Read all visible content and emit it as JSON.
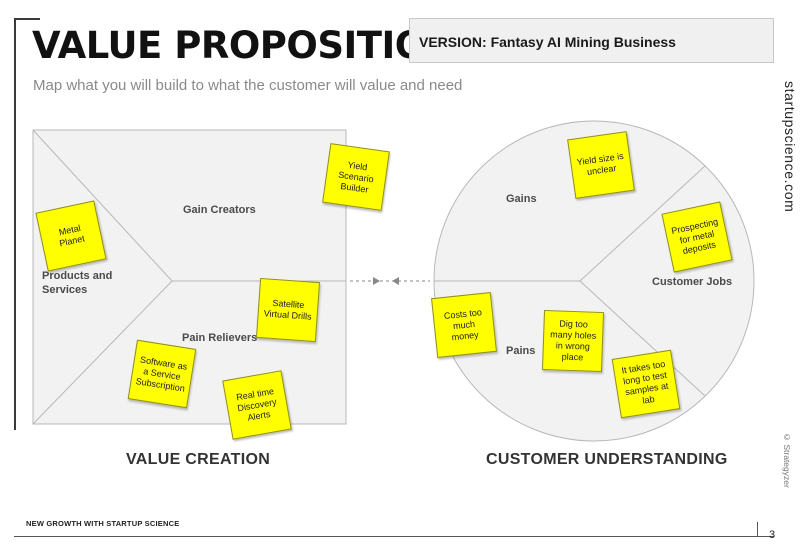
{
  "header": {
    "title": "VALUE PROPOSITION",
    "version": "VERSION: Fantasy AI Mining Business",
    "subtitle": "Map what you will build to what the customer will value and need"
  },
  "brand": "startupscience.com",
  "value_map": {
    "gain_creators_label": "Gain Creators",
    "products_label": "Products and\nServices",
    "pain_relievers_label": "Pain Relievers",
    "section_label": "VALUE CREATION",
    "notes": {
      "metal_planet": "Metal\nPlanet",
      "yield_scenario": "Yield\nScenario\nBuilder",
      "satellite_drills": "Satellite\nVirtual Drills",
      "software_service": "Software as\na Service\nSubscription",
      "realtime_alerts": "Real time\nDiscovery\nAlerts"
    }
  },
  "customer_profile": {
    "gains_label": "Gains",
    "customer_jobs_label": "Customer Jobs",
    "pains_label": "Pains",
    "section_label": "CUSTOMER UNDERSTANDING",
    "notes": {
      "yield_unclear": "Yield size is\nunclear",
      "prospecting": "Prospecting\nfor metal\ndeposits",
      "costs_money": "Costs too\nmuch\nmoney",
      "dig_holes": "Dig too\nmany holes\nin wrong\nplace",
      "test_samples": "It takes too\nlong to test\nsamples at\nlab"
    }
  },
  "footer": {
    "text": "NEW GROWTH WITH STARTUP SCIENCE",
    "page_number": "3",
    "copyright": "© Strategyzer"
  },
  "colors": {
    "postit": "#ffff00",
    "canvas_fill": "#f2f2f2",
    "canvas_line": "#b8b8b8"
  }
}
